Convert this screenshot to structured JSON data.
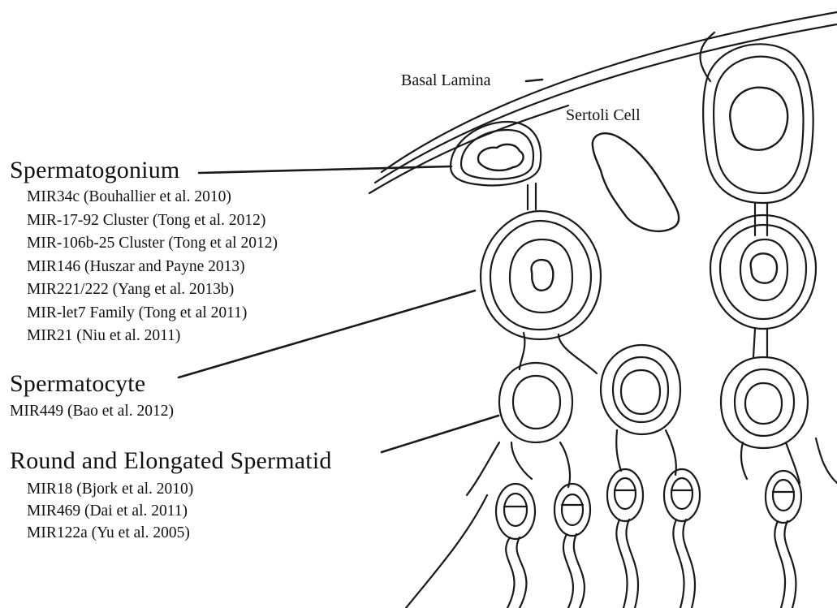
{
  "labels": {
    "basal_lamina": "Basal Lamina",
    "sertoli_cell": "Sertoli Cell"
  },
  "stages": {
    "spermatogonium": {
      "title": "Spermatogonium",
      "mirs": [
        "MIR34c (Bouhallier et al. 2010)",
        "MIR-17-92 Cluster (Tong et al. 2012)",
        "MIR-106b-25 Cluster (Tong et al 2012)",
        "MIR146 (Huszar and Payne 2013)",
        "MIR221/222 (Yang et al. 2013b)",
        "MIR-let7 Family (Tong et al 2011)",
        "MIR21 (Niu et al. 2011)"
      ]
    },
    "spermatocyte": {
      "title": "Spermatocyte",
      "mirs": [
        "MIR449 (Bao et al. 2012)"
      ]
    },
    "spermatid": {
      "title": "Round and Elongated Spermatid",
      "mirs": [
        "MIR18 (Bjork et al. 2010)",
        "MIR469 (Dai et al. 2011)",
        "MIR122a (Yu et al. 2005)"
      ]
    }
  }
}
